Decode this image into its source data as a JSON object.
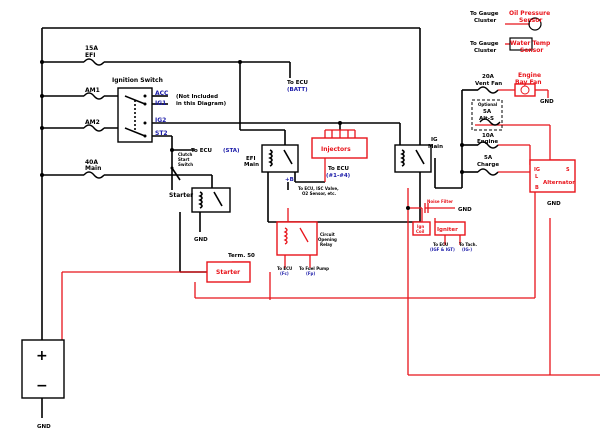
{
  "labels": {
    "fuse_efi_amp": "15A",
    "fuse_efi_name": "EFI",
    "fuse_am1": "AM1",
    "fuse_am2": "AM2",
    "fuse_main_amp": "40A",
    "fuse_main_name": "Main",
    "ignition_switch": "Ignition Switch",
    "acc": "ACC",
    "ig1": "IG1",
    "ig2": "IG2",
    "st2": "ST2",
    "not_included_1": "(Not Included",
    "not_included_2": "in this Diagram)",
    "to_ecu": "To ECU",
    "batt": "(BATT)",
    "to_ecu_sta": "To ECU",
    "sta": "(STA)",
    "clutch_1": "Clutch",
    "clutch_2": "Start",
    "clutch_3": "Switch",
    "starter_relay": "Starter",
    "gnd_starter": "GND",
    "efi_main_1": "EFI",
    "efi_main_2": "Main",
    "plus_b": "+B",
    "injectors": "Injectors",
    "to_ecu_inj": "To ECU",
    "inj_range": "(#1-#4)",
    "ig_main_1": "IG",
    "ig_main_2": "Main",
    "to_ecu_isc_1": "To ECU, ISC Valve,",
    "to_ecu_isc_2": "O2 Sensor, etc.",
    "circuit_1": "Circuit",
    "circuit_2": "Opening",
    "circuit_3": "Relay",
    "to_ecu_fc_1": "To ECU",
    "to_ecu_fc_2": "(Fc)",
    "to_fuel_1": "To Fuel Pump",
    "to_fuel_2": "(Fp)",
    "term50": "Term. 50",
    "starter_motor": "Starter",
    "noise_filter": "Noise Filter",
    "gnd_noise": "GND",
    "ign_coil_1": "Ign",
    "ign_coil_2": "Coil",
    "igniter": "Igniter",
    "to_ecu_igf_1": "To ECU",
    "to_ecu_igf_2": "(IGF & IGT)",
    "to_tach_1": "To Tach.",
    "to_tach_2": "(IG-)",
    "to_gauge_1a": "To Gauge",
    "to_gauge_1b": "Cluster",
    "oil_1": "Oil Pressure",
    "oil_2": "Sensor",
    "to_gauge_2a": "To Gauge",
    "to_gauge_2b": "Cluster",
    "water_1": "Water Temp",
    "water_2": "Sensor",
    "vent_amp": "20A",
    "vent_name": "Vent Fan",
    "engine_bay_1": "Engine",
    "engine_bay_2": "Bay Fan",
    "gnd_fan": "GND",
    "optional": "Optional",
    "alts_amp": "5A",
    "alts_name": "Alt-S",
    "engine_amp": "10A",
    "engine_name": "Engine",
    "charge_amp": "5A",
    "charge_name": "Charge",
    "alt_ig": "IG",
    "alt_l": "L",
    "alt_b": "B",
    "alt_s": "S",
    "alternator": "Alternator",
    "gnd_alt": "GND",
    "plus": "+",
    "minus": "−",
    "gnd_batt": "GND"
  }
}
